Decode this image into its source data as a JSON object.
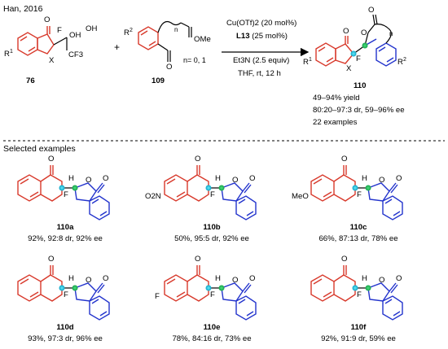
{
  "header": {
    "author_year": "Han, 2016"
  },
  "reaction": {
    "sm1": {
      "label": "76",
      "r_label": "R",
      "r_sup": "1",
      "x": "X",
      "o": "O",
      "f": "F",
      "oh": "OH",
      "cf3": "CF3"
    },
    "plus": "+",
    "sm2": {
      "label": "109",
      "r_label": "R",
      "r_sup": "2",
      "n_note": "n= 0, 1",
      "ome": "OMe",
      "n": "n",
      "o": "O"
    },
    "conditions": {
      "cat": "Cu(OTf)2 (20 mol%)",
      "ligand": "L13",
      "ligand_rest": " (25 mol%)",
      "base": "Et3N (2.5 equiv)",
      "solvent": "THF, rt, 12 h"
    },
    "product": {
      "label": "110",
      "yield": "49–94% yield",
      "selectivity": "80:20–97:3 dr, 59–96% ee",
      "count": "22 examples",
      "r1": "R",
      "r1_sup": "1",
      "r2": "R",
      "r2_sup": "2",
      "x": "X",
      "f": "F",
      "o": "O",
      "n": "n"
    }
  },
  "selected_heading": "Selected examples",
  "examples": [
    {
      "label": "110a",
      "result": "92%, 92:8 dr, 92% ee"
    },
    {
      "label": "110b",
      "result": "50%, 95:5 dr, 92% ee",
      "substituent": "O2N"
    },
    {
      "label": "110c",
      "result": "66%, 87:13 dr, 78% ee",
      "substituent": "MeO"
    },
    {
      "label": "110d",
      "result": "93%, 97:3 dr, 96% ee"
    },
    {
      "label": "110e",
      "result": "78%, 84:16 dr, 73% ee",
      "substituent": "F"
    },
    {
      "label": "110f",
      "result": "92%, 91:9 dr, 59% ee"
    }
  ],
  "atoms": {
    "o": "O",
    "f": "F",
    "h": "H"
  },
  "colors": {
    "ring_red": "#d8392b",
    "ring_blue": "#2233cc",
    "stereo_green": "#22c55e",
    "stereo_cyan": "#22c3e6"
  }
}
